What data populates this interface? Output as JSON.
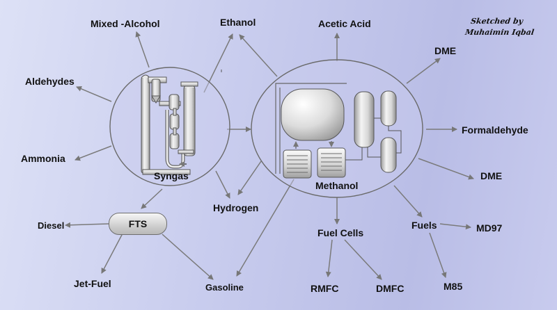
{
  "signature": {
    "line1": "Sketched by",
    "line2": "Muhaimin Iqbal"
  },
  "nodes": {
    "syngas": "Syngas",
    "methanol": "Methanol",
    "fts": "FTS",
    "mixed_alcohol": "Mixed -Alcohol",
    "ethanol": "Ethanol",
    "aldehydes": "Aldehydes",
    "ammonia": "Ammonia",
    "hydrogen": "Hydrogen",
    "acetic_acid": "Acetic Acid",
    "dme_top": "DME",
    "formaldehyde": "Formaldehyde",
    "dme_right": "DME",
    "diesel": "Diesel",
    "jet_fuel": "Jet-Fuel",
    "gasoline": "Gasoline",
    "fuel_cells": "Fuel Cells",
    "rmfc": "RMFC",
    "dmfc": "DMFC",
    "fuels": "Fuels",
    "md97": "MD97",
    "m85": "M85"
  }
}
